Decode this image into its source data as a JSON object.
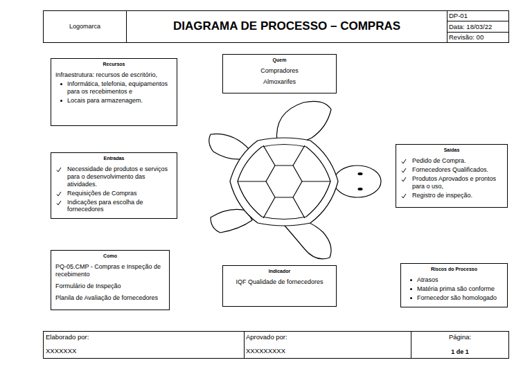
{
  "diagram": {
    "title": "DIAGRAMA DE PROCESSO – COMPRAS",
    "nodes": [
      {
        "text": [
          "Recursos",
          "Infraestrutura: recursos de escritório,",
          "Informática, telefonia, equipamentos para os recebimentos e",
          "Locais para armazenagem."
        ]
      },
      {
        "text": [
          "Quem",
          "Compradores",
          "Almoxarifes"
        ]
      },
      {
        "text": [
          "Entradas",
          "Necessidade de produtos e serviços para o desenvolvimento das atividades.",
          "Requisições de Compras",
          "Indicações para escolha de fornecedores"
        ]
      },
      {
        "text": [
          "Saídas",
          "Pedido de Compra.",
          "Fornecedores Qualificados.",
          "Produtos Aprovados e prontos para o uso,",
          "Registro de inspeção."
        ]
      },
      {
        "text": [
          "Como",
          "PQ-05.CMP - Compras e Inspeção de recebimento",
          "Formulário de Inspeção",
          "Planila de Avaliação de fornecedores"
        ]
      },
      {
        "text": [
          "Indicador",
          "IQF Qualidade de fornecedores"
        ]
      },
      {
        "text": [
          "Riscos do Processo",
          "Atrasos",
          "Matéria prima são conforme",
          "Fornecedor são homologado"
        ]
      }
    ],
    "labels": [
      "Logomarca",
      "DP-01",
      "Data: 18/03/22",
      "Revisão: 00",
      "Elaborado por:",
      "XXXXXXX",
      "Aprovado por:",
      "XXXXXXXXX",
      "Página:",
      "1 de 1"
    ]
  }
}
